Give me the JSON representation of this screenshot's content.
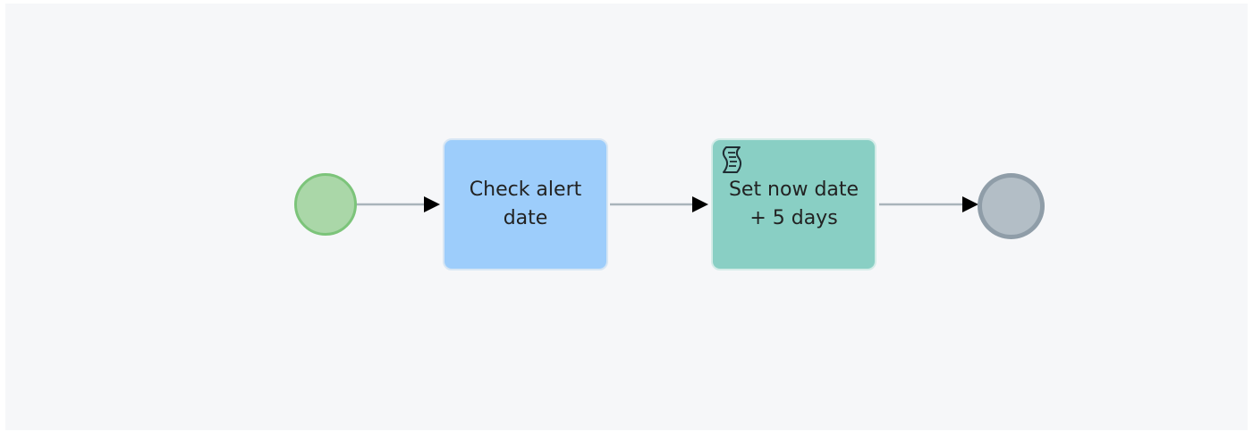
{
  "diagram": {
    "start_event": {
      "type": "start",
      "color": "#aad7a8"
    },
    "tasks": [
      {
        "label": "Check alert date",
        "kind": "user-task",
        "color": "#9dcdfb"
      },
      {
        "label": "Set now date + 5 days",
        "kind": "script-task",
        "icon": "script-icon",
        "color": "#89cfc4"
      }
    ],
    "end_event": {
      "type": "end",
      "color": "#b3bec6"
    },
    "flows": [
      {
        "from": "start_event",
        "to": "tasks.0"
      },
      {
        "from": "tasks.0",
        "to": "tasks.1"
      },
      {
        "from": "tasks.1",
        "to": "end_event"
      }
    ]
  }
}
